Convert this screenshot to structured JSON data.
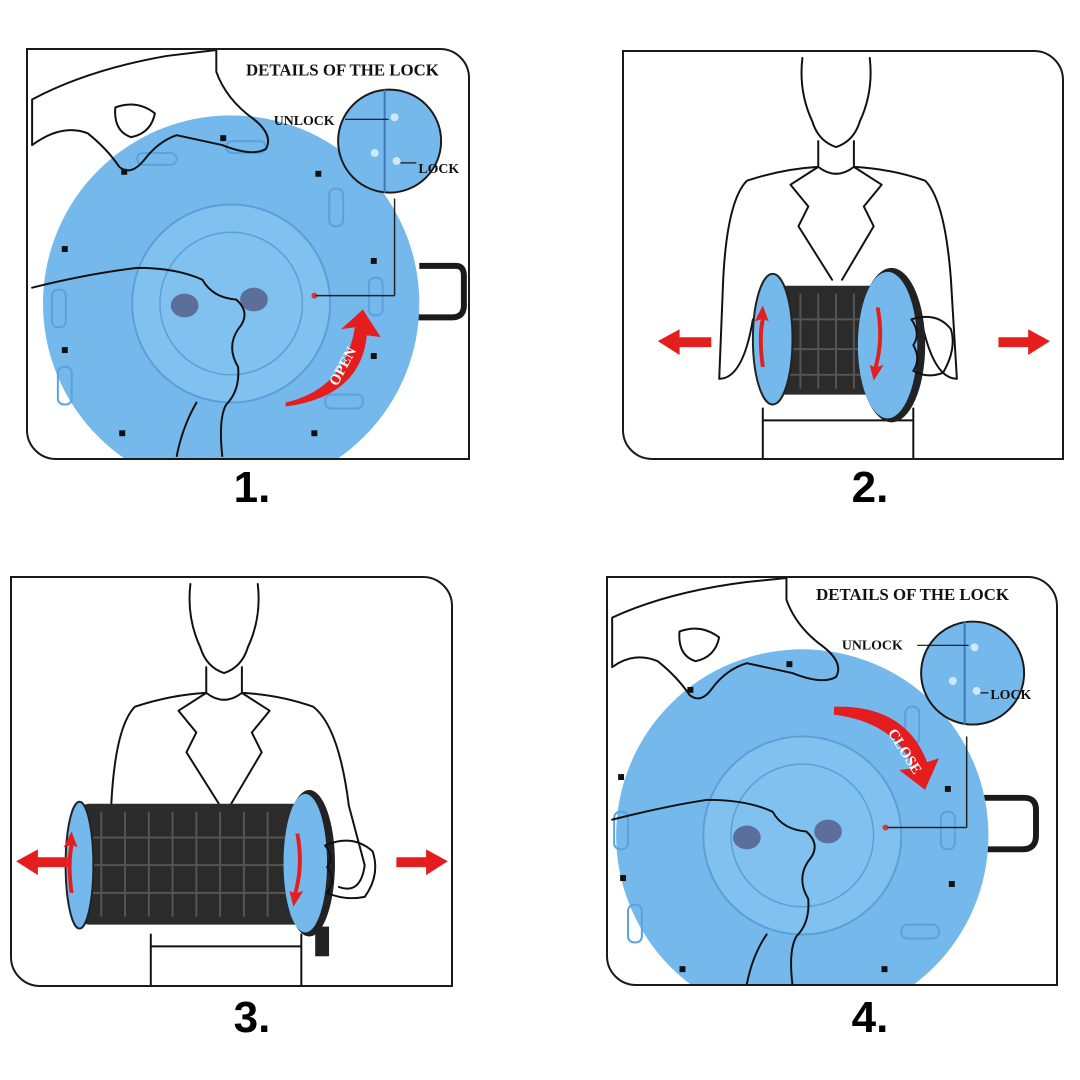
{
  "steps": [
    {
      "number": "1.",
      "lock_title": "DETAILS OF THE LOCK",
      "unlock_label": "UNLOCK",
      "lock_label": "LOCK",
      "arrow_label": "OPEN"
    },
    {
      "number": "2."
    },
    {
      "number": "3."
    },
    {
      "number": "4.",
      "lock_title": "DETAILS OF THE LOCK",
      "unlock_label": "UNLOCK",
      "lock_label": "LOCK",
      "arrow_label": "CLOSE"
    }
  ],
  "colors": {
    "lid_blue": "#74b8ec",
    "lid_blue_dark": "#5aa2dc",
    "arrow_red": "#e41e1e",
    "stool_black": "#2b2b2b",
    "outline": "#111111"
  },
  "icons": [
    "hand-icon",
    "person-outline",
    "pull-arrow-icon",
    "stool-icon",
    "lock-magnifier-icon"
  ]
}
